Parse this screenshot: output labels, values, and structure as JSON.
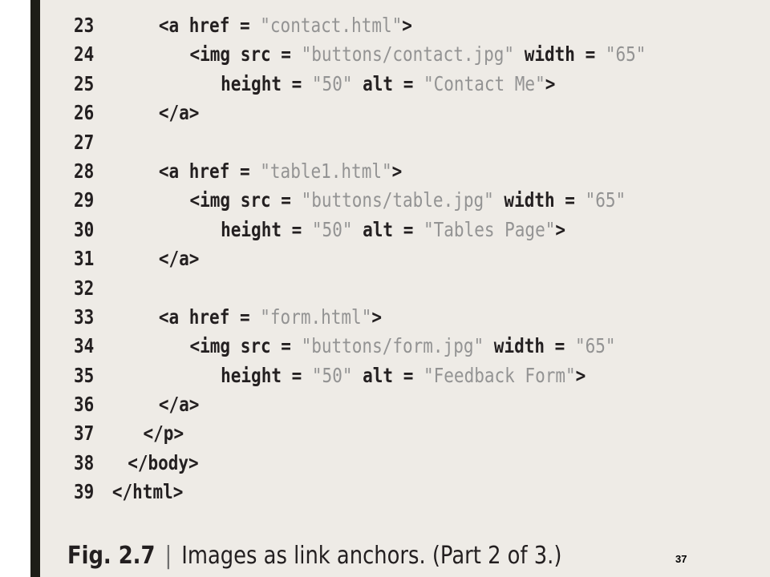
{
  "listing": {
    "lines": [
      {
        "num": "23",
        "indent": 1,
        "segments": [
          {
            "t": "<a href = ",
            "s": false
          },
          {
            "t": "\"contact.html\"",
            "s": true
          },
          {
            "t": ">",
            "s": false
          }
        ]
      },
      {
        "num": "24",
        "indent": 2,
        "segments": [
          {
            "t": "<img src = ",
            "s": false
          },
          {
            "t": "\"buttons/contact.jpg\"",
            "s": true
          },
          {
            "t": " width = ",
            "s": false
          },
          {
            "t": "\"65\"",
            "s": true
          }
        ]
      },
      {
        "num": "25",
        "indent": 3,
        "segments": [
          {
            "t": "height = ",
            "s": false
          },
          {
            "t": "\"50\"",
            "s": true
          },
          {
            "t": " alt = ",
            "s": false
          },
          {
            "t": "\"Contact Me\"",
            "s": true
          },
          {
            "t": ">",
            "s": false
          }
        ]
      },
      {
        "num": "26",
        "indent": 1,
        "segments": [
          {
            "t": "</a>",
            "s": false
          }
        ]
      },
      {
        "num": "27",
        "indent": 0,
        "segments": []
      },
      {
        "num": "28",
        "indent": 1,
        "segments": [
          {
            "t": "<a href = ",
            "s": false
          },
          {
            "t": "\"table1.html\"",
            "s": true
          },
          {
            "t": ">",
            "s": false
          }
        ]
      },
      {
        "num": "29",
        "indent": 2,
        "segments": [
          {
            "t": "<img src = ",
            "s": false
          },
          {
            "t": "\"buttons/table.jpg\"",
            "s": true
          },
          {
            "t": " width = ",
            "s": false
          },
          {
            "t": "\"65\"",
            "s": true
          }
        ]
      },
      {
        "num": "30",
        "indent": 3,
        "segments": [
          {
            "t": "height = ",
            "s": false
          },
          {
            "t": "\"50\"",
            "s": true
          },
          {
            "t": " alt = ",
            "s": false
          },
          {
            "t": "\"Tables Page\"",
            "s": true
          },
          {
            "t": ">",
            "s": false
          }
        ]
      },
      {
        "num": "31",
        "indent": 1,
        "segments": [
          {
            "t": "</a>",
            "s": false
          }
        ]
      },
      {
        "num": "32",
        "indent": 0,
        "segments": []
      },
      {
        "num": "33",
        "indent": 1,
        "segments": [
          {
            "t": "<a href = ",
            "s": false
          },
          {
            "t": "\"form.html\"",
            "s": true
          },
          {
            "t": ">",
            "s": false
          }
        ]
      },
      {
        "num": "34",
        "indent": 2,
        "segments": [
          {
            "t": "<img src = ",
            "s": false
          },
          {
            "t": "\"buttons/form.jpg\"",
            "s": true
          },
          {
            "t": " width = ",
            "s": false
          },
          {
            "t": "\"65\"",
            "s": true
          }
        ]
      },
      {
        "num": "35",
        "indent": 3,
        "segments": [
          {
            "t": "height = ",
            "s": false
          },
          {
            "t": "\"50\"",
            "s": true
          },
          {
            "t": " alt = ",
            "s": false
          },
          {
            "t": "\"Feedback Form\"",
            "s": true
          },
          {
            "t": ">",
            "s": false
          }
        ]
      },
      {
        "num": "36",
        "indent": 1,
        "segments": [
          {
            "t": "</a>",
            "s": false
          }
        ]
      },
      {
        "num": "37",
        "indent": 0.5,
        "segments": [
          {
            "t": "</p>",
            "s": false
          }
        ]
      },
      {
        "num": "38",
        "indent": 0,
        "segments": [
          {
            "t": "</body>",
            "s": false
          }
        ]
      },
      {
        "num": "39",
        "indent": -0.5,
        "segments": [
          {
            "t": "</html>",
            "s": false
          }
        ]
      }
    ]
  },
  "caption": {
    "label": "Fig. 2.7",
    "separator": "|",
    "title": "Images as link anchors. (Part 2 of 3.)"
  },
  "page_number": "37",
  "colors": {
    "background": "#eeebe6",
    "code_text": "#231f20",
    "string_text": "#939393",
    "slide_edge": "#1d1d17"
  }
}
